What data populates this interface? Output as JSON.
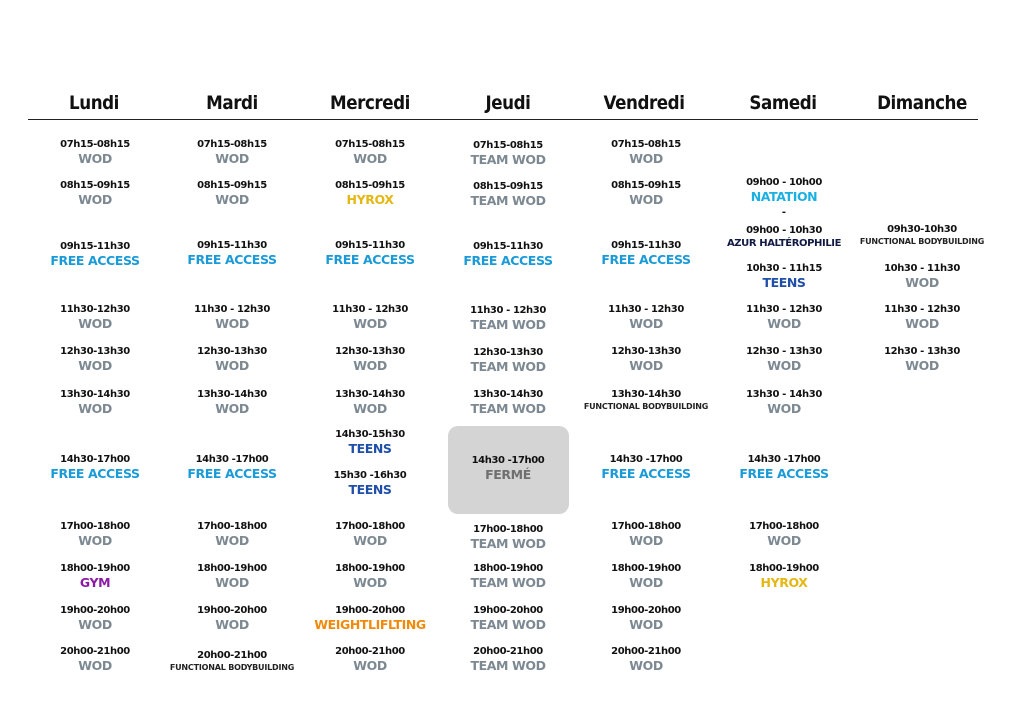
{
  "colors": {
    "wod": "#7d8992",
    "free_access": "#1a9bd8",
    "hyrox": "#e5b712",
    "natation": "#1cb0e2",
    "azur": "#111a44",
    "teens": "#1f4fa8",
    "gym": "#8a1aa6",
    "weightlifting": "#f08a0b",
    "functional": "#222222",
    "ferme": "#6f6f6f"
  },
  "days": [
    "Lundi",
    "Mardi",
    "Mercredi",
    "Jeudi",
    "Vendredi",
    "Samedi",
    "Dimanche"
  ],
  "schedule": {
    "lundi": [
      {
        "time": "07h15-08h15",
        "activity": "WOD"
      },
      {
        "time": "08h15-09h15",
        "activity": "WOD"
      },
      {
        "time": "09h15-11h30",
        "activity": "FREE ACCESS"
      },
      {
        "time": "11h30-12h30",
        "activity": "WOD"
      },
      {
        "time": "12h30-13h30",
        "activity": "WOD"
      },
      {
        "time": "13h30-14h30",
        "activity": "WOD"
      },
      {
        "time": "14h30-17h00",
        "activity": "FREE ACCESS"
      },
      {
        "time": "17h00-18h00",
        "activity": "WOD"
      },
      {
        "time": "18h00-19h00",
        "activity": "GYM"
      },
      {
        "time": "19h00-20h00",
        "activity": "WOD"
      },
      {
        "time": "20h00-21h00",
        "activity": "WOD"
      }
    ],
    "mardi": [
      {
        "time": "07h15-08h15",
        "activity": "WOD"
      },
      {
        "time": "08h15-09h15",
        "activity": "WOD"
      },
      {
        "time": "09h15-11h30",
        "activity": "FREE ACCESS"
      },
      {
        "time": "11h30 - 12h30",
        "activity": "WOD"
      },
      {
        "time": "12h30-13h30",
        "activity": "WOD"
      },
      {
        "time": "13h30-14h30",
        "activity": "WOD"
      },
      {
        "time": "14h30 -17h00",
        "activity": "FREE ACCESS"
      },
      {
        "time": "17h00-18h00",
        "activity": "WOD"
      },
      {
        "time": "18h00-19h00",
        "activity": "WOD"
      },
      {
        "time": "19h00-20h00",
        "activity": "WOD"
      },
      {
        "time": "20h00-21h00",
        "activity": "FUNCTIONAL BODYBUILDING"
      }
    ],
    "mercredi": [
      {
        "time": "07h15-08h15",
        "activity": "WOD"
      },
      {
        "time": "08h15-09h15",
        "activity": "HYROX"
      },
      {
        "time": "09h15-11h30",
        "activity": "FREE ACCESS"
      },
      {
        "time": "11h30 - 12h30",
        "activity": "WOD"
      },
      {
        "time": "12h30-13h30",
        "activity": "WOD"
      },
      {
        "time": "13h30-14h30",
        "activity": "WOD"
      },
      {
        "time": "14h30-15h30",
        "activity": "TEENS"
      },
      {
        "time": "15h30 -16h30",
        "activity": "TEENS"
      },
      {
        "time": "17h00-18h00",
        "activity": "WOD"
      },
      {
        "time": "18h00-19h00",
        "activity": "WOD"
      },
      {
        "time": "19h00-20h00",
        "activity": "WEIGHTLIFLTING"
      },
      {
        "time": "20h00-21h00",
        "activity": "WOD"
      }
    ],
    "jeudi": [
      {
        "time": "07h15-08h15",
        "activity": "TEAM WOD"
      },
      {
        "time": "08h15-09h15",
        "activity": "TEAM WOD"
      },
      {
        "time": "09h15-11h30",
        "activity": "FREE ACCESS"
      },
      {
        "time": "11h30 - 12h30",
        "activity": "TEAM WOD"
      },
      {
        "time": "12h30-13h30",
        "activity": "TEAM WOD"
      },
      {
        "time": "13h30-14h30",
        "activity": "TEAM WOD"
      },
      {
        "time": "14h30 -17h00",
        "activity": "FERMÉ"
      },
      {
        "time": "17h00-18h00",
        "activity": "TEAM WOD"
      },
      {
        "time": "18h00-19h00",
        "activity": "TEAM WOD"
      },
      {
        "time": "19h00-20h00",
        "activity": "TEAM WOD"
      },
      {
        "time": "20h00-21h00",
        "activity": "TEAM WOD"
      }
    ],
    "vendredi": [
      {
        "time": "07h15-08h15",
        "activity": "WOD"
      },
      {
        "time": "08h15-09h15",
        "activity": "WOD"
      },
      {
        "time": "09h15-11h30",
        "activity": "FREE ACCESS"
      },
      {
        "time": "11h30 - 12h30",
        "activity": "WOD"
      },
      {
        "time": "12h30-13h30",
        "activity": "WOD"
      },
      {
        "time": "13h30-14h30",
        "activity": "FUNCTIONAL BODYBUILDING"
      },
      {
        "time": "14h30 -17h00",
        "activity": "FREE ACCESS"
      },
      {
        "time": "17h00-18h00",
        "activity": "WOD"
      },
      {
        "time": "18h00-19h00",
        "activity": "WOD"
      },
      {
        "time": "19h00-20h00",
        "activity": "WOD"
      },
      {
        "time": "20h00-21h00",
        "activity": "WOD"
      }
    ],
    "samedi": [
      {
        "time": "09h00 - 10h00",
        "activity": "NATATION"
      },
      {
        "separator": "-"
      },
      {
        "time": "09h00 - 10h30",
        "activity": "AZUR HALTÉROPHILIE"
      },
      {
        "time": "10h30 - 11h15",
        "activity": "TEENS"
      },
      {
        "time": "11h30 - 12h30",
        "activity": "WOD"
      },
      {
        "time": "12h30 - 13h30",
        "activity": "WOD"
      },
      {
        "time": "13h30 - 14h30",
        "activity": "WOD"
      },
      {
        "time": "14h30 -17h00",
        "activity": "FREE ACCESS"
      },
      {
        "time": "17h00-18h00",
        "activity": "WOD"
      },
      {
        "time": "18h00-19h00",
        "activity": "HYROX"
      }
    ],
    "dimanche": [
      {
        "time": "09h30-10h30",
        "activity": "FUNCTIONAL BODYBUILDING"
      },
      {
        "time": "10h30 - 11h30",
        "activity": "WOD"
      },
      {
        "time": "11h30 - 12h30",
        "activity": "WOD"
      },
      {
        "time": "12h30 - 13h30",
        "activity": "WOD"
      }
    ]
  }
}
